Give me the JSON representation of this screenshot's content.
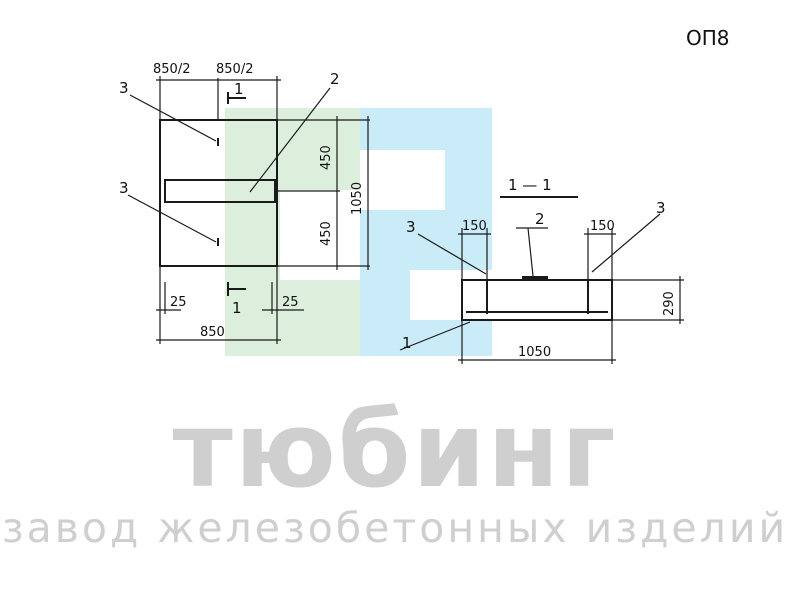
{
  "code": "ОП8",
  "watermark": {
    "brand": "тюбинг",
    "tagline": "завод железобетонных изделий"
  },
  "plan": {
    "top_dims": [
      "850/2",
      "850/2"
    ],
    "right_dims": [
      "450",
      "450"
    ],
    "overall_height": "1050",
    "bottom_dims": [
      "25",
      "25"
    ],
    "overall_width": "850",
    "section_marks": [
      "1",
      "1"
    ],
    "callouts": [
      "3",
      "3",
      "2"
    ]
  },
  "section": {
    "title": "1 — 1",
    "dims": [
      "150",
      "150",
      "290",
      "1050"
    ],
    "callouts": [
      "3",
      "2",
      "3",
      "1"
    ]
  },
  "colors": {
    "logo_green": "#dcefdc",
    "logo_blue": "#c9ecf8",
    "watermark_gray": "#cfcfcf",
    "ink": "#1a1a1a"
  }
}
